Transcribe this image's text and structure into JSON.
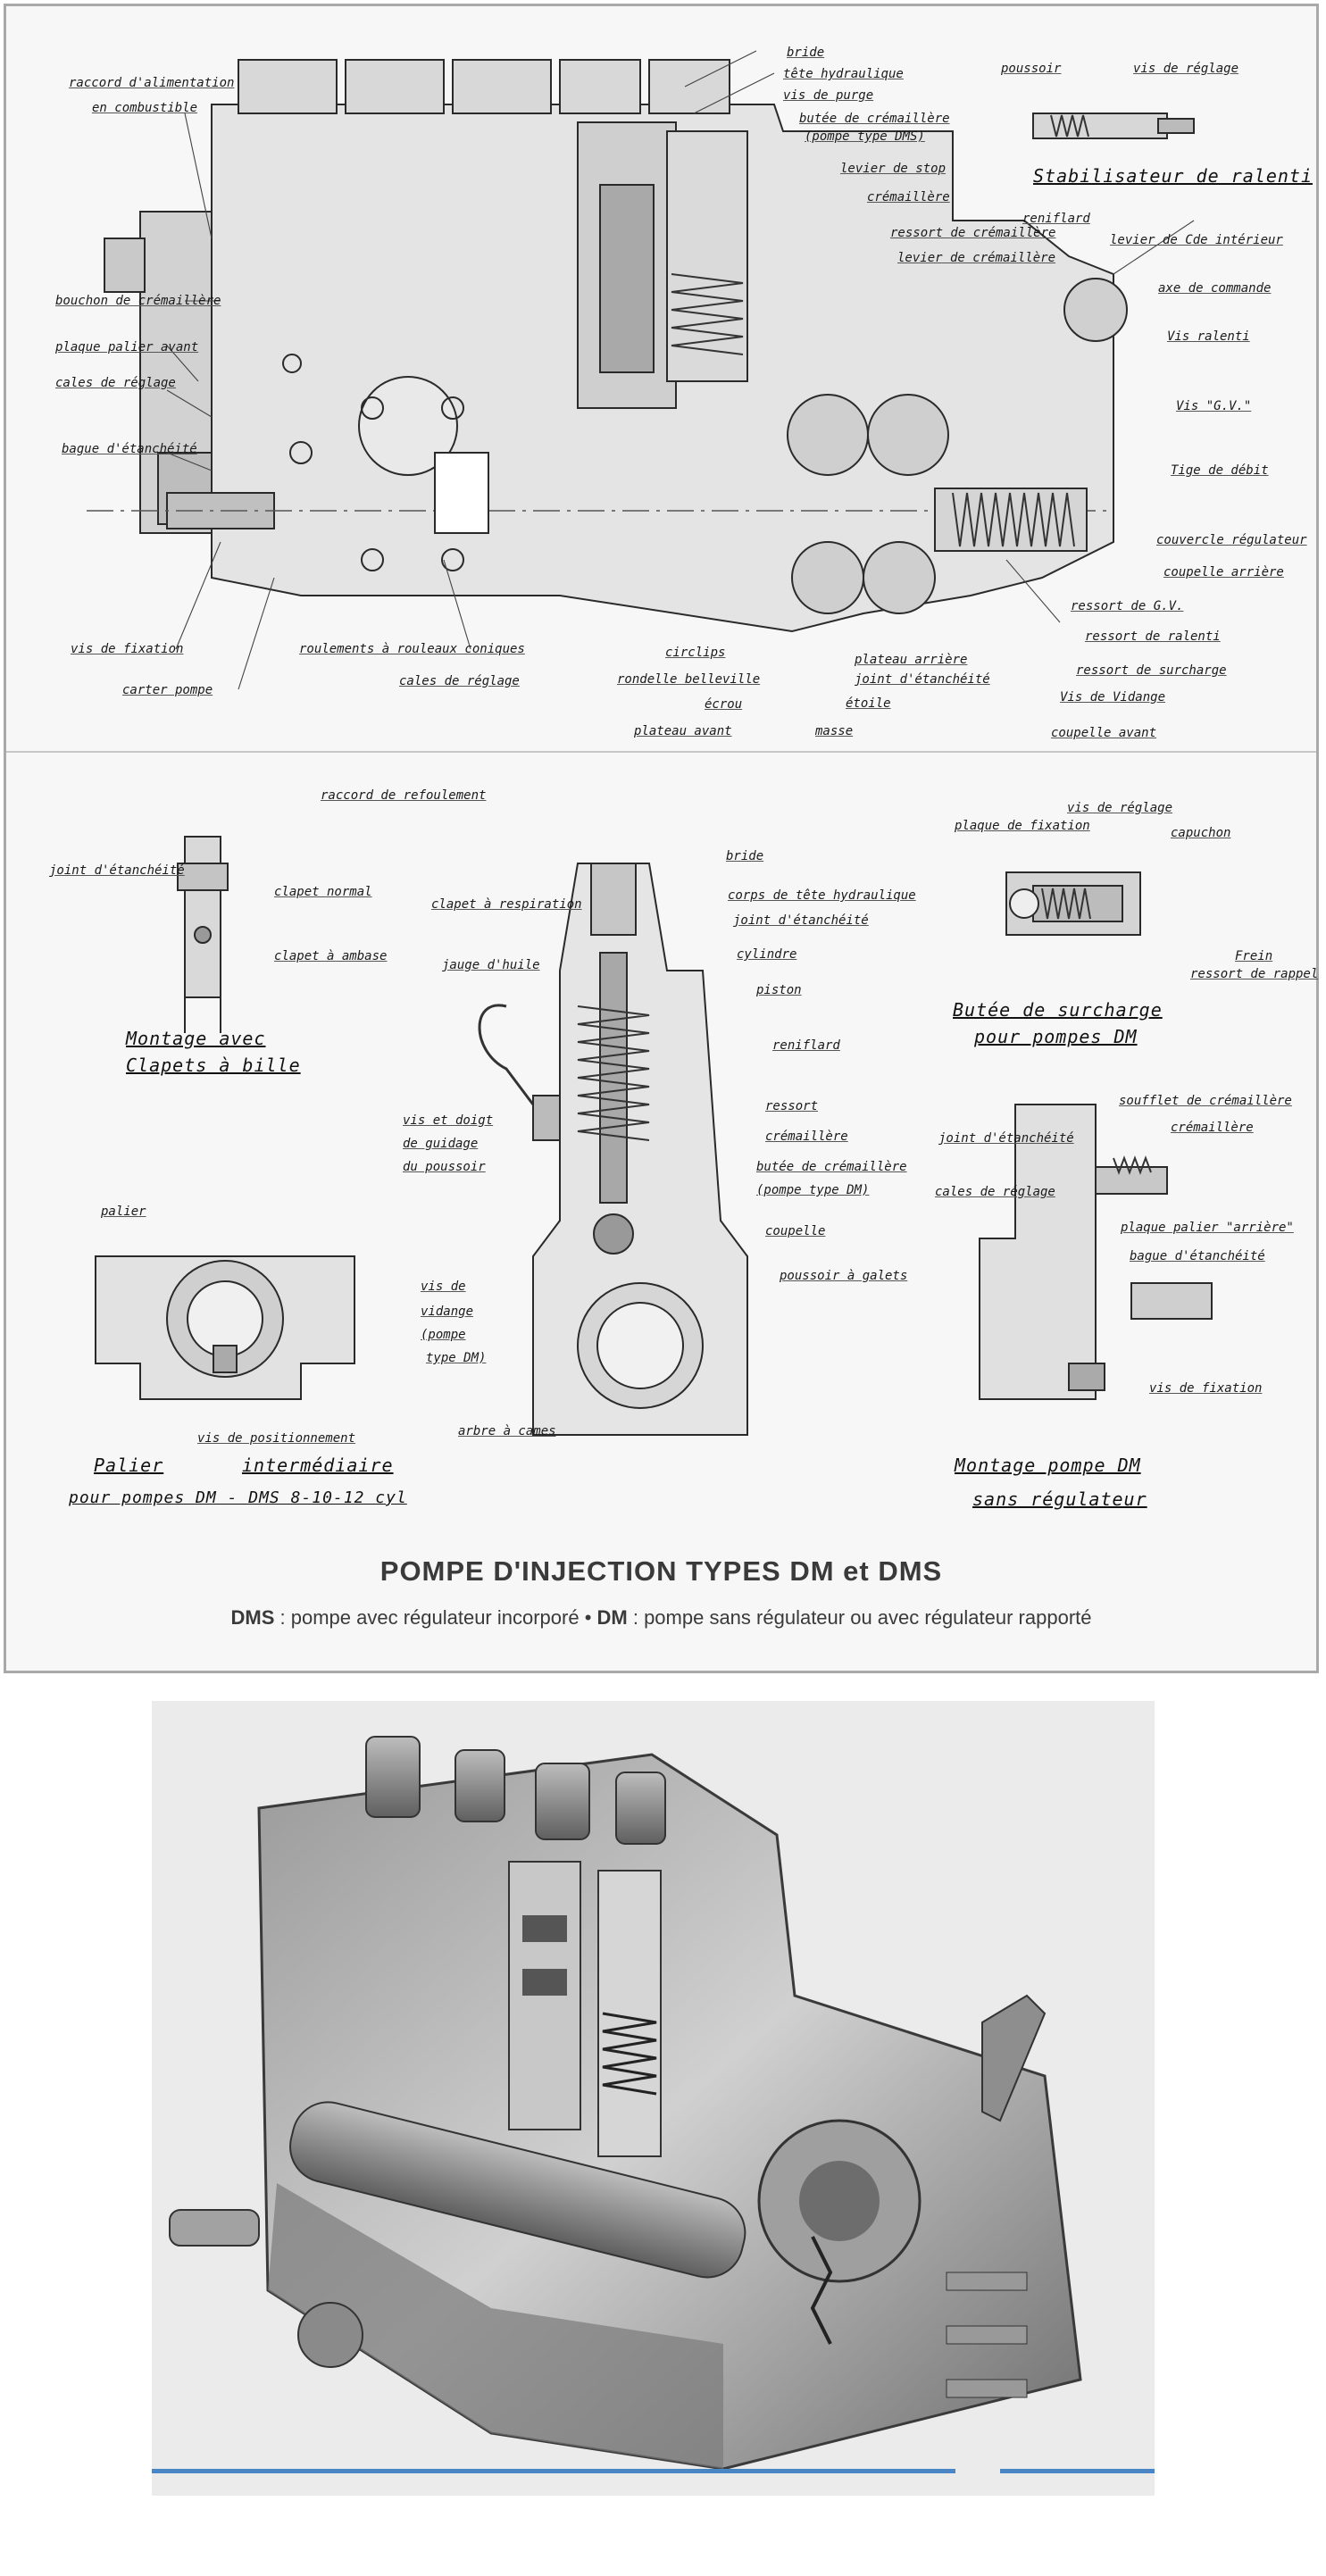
{
  "drawing_top": {
    "labels": [
      "raccord d'alimentation",
      "en combustible",
      "bouchon de crémaillère",
      "plaque palier avant",
      "cales de réglage",
      "bague d'étanchéité",
      "vis de fixation",
      "carter pompe",
      "roulements à rouleaux coniques",
      "cales de réglage",
      "circlips",
      "rondelle belleville",
      "écrou",
      "plateau avant",
      "masse",
      "étoile",
      "joint d'étanchéité",
      "plateau arrière",
      "bride",
      "tête hydraulique",
      "vis de purge",
      "butée de crémaillère",
      "(pompe type DMS)",
      "levier de stop",
      "crémaillère",
      "ressort de crémaillère",
      "levier de crémaillère",
      "poussoir",
      "vis de réglage",
      "Stabilisateur de ralenti",
      "reniflard",
      "levier de Cde intérieur",
      "axe de commande",
      "Vis ralenti",
      "Vis \"G.V.\"",
      "Tige de débit",
      "couvercle régulateur",
      "coupelle arrière",
      "ressort de G.V.",
      "ressort de ralenti",
      "ressort de surcharge",
      "Vis de Vidange",
      "coupelle avant"
    ]
  },
  "drawing_bottom": {
    "labels": [
      "raccord de refoulement",
      "joint d'étanchéité",
      "clapet normal",
      "clapet à ambase",
      "Montage avec",
      "Clapets à bille",
      "bride",
      "corps de tête hydraulique",
      "clapet à respiration",
      "joint d'étanchéité",
      "cylindre",
      "jauge d'huile",
      "piston",
      "reniflard",
      "ressort",
      "crémaillère",
      "vis et doigt",
      "de guidage",
      "du poussoir",
      "butée de crémaillère",
      "(pompe type DM)",
      "coupelle",
      "poussoir à galets",
      "vis de",
      "vidange",
      "(pompe",
      "type DM)",
      "arbre à cames",
      "palier",
      "vis de positionnement",
      "Palier",
      "intermédiaire",
      "pour pompes DM - DMS 8-10-12 cyl",
      "plaque de fixation",
      "vis de réglage",
      "capuchon",
      "Frein",
      "ressort de rappel",
      "Butée de surcharge",
      "pour pompes DM",
      "soufflet de crémaillère",
      "crémaillère",
      "joint d'étanchéité",
      "cales de réglage",
      "plaque palier \"arrière\"",
      "bague d'étanchéité",
      "vis de fixation",
      "Montage pompe DM",
      "sans régulateur"
    ]
  },
  "title": "POMPE D'INJECTION TYPES DM et DMS",
  "subtitle": {
    "dms_code": "DMS",
    "dms_text": " : pompe avec régulateur incorporé • ",
    "dm_code": "DM",
    "dm_text": " : pompe sans régulateur ou avec régulateur rapporté"
  }
}
